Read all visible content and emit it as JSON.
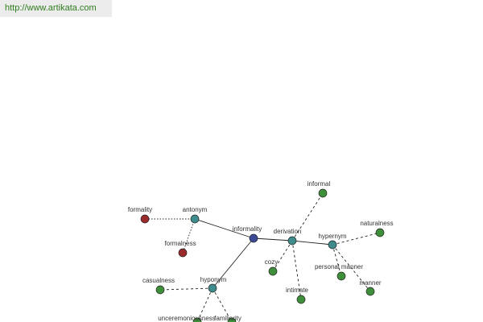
{
  "banner": {
    "url": "http://www.artikata.com"
  },
  "colors": {
    "center": "#3c4a99",
    "relation": "#3f8c8c",
    "synonym": "#3f8f3a",
    "antonym_term": "#9b2b2b"
  },
  "graph": {
    "nodes": [
      {
        "id": "informality",
        "label": "informality",
        "kind": "center"
      },
      {
        "id": "antonym",
        "label": "antonym",
        "kind": "relation"
      },
      {
        "id": "derivation",
        "label": "derivation",
        "kind": "relation"
      },
      {
        "id": "hypernym",
        "label": "hypernym",
        "kind": "relation"
      },
      {
        "id": "hyponym",
        "label": "hyponym",
        "kind": "relation"
      },
      {
        "id": "formality",
        "label": "formality",
        "kind": "antonym_term"
      },
      {
        "id": "formalness",
        "label": "formalness",
        "kind": "antonym_term"
      },
      {
        "id": "informal",
        "label": "informal",
        "kind": "synonym"
      },
      {
        "id": "cozy",
        "label": "cozy",
        "kind": "synonym"
      },
      {
        "id": "intimate",
        "label": "intimate",
        "kind": "synonym"
      },
      {
        "id": "naturalness",
        "label": "naturalness",
        "kind": "synonym"
      },
      {
        "id": "personal_manner",
        "label": "personal manner",
        "kind": "synonym"
      },
      {
        "id": "manner",
        "label": "manner",
        "kind": "synonym"
      },
      {
        "id": "casualness",
        "label": "casualness",
        "kind": "synonym"
      },
      {
        "id": "unceremoniousness",
        "label": "unceremoniousness",
        "kind": "synonym"
      },
      {
        "id": "familiarity",
        "label": "familiarity",
        "kind": "synonym"
      }
    ],
    "edges": [
      {
        "from": "informality",
        "to": "antonym",
        "style": "solid"
      },
      {
        "from": "informality",
        "to": "derivation",
        "style": "solid"
      },
      {
        "from": "derivation",
        "to": "hypernym",
        "style": "solid"
      },
      {
        "from": "informality",
        "to": "hyponym",
        "style": "solid"
      },
      {
        "from": "antonym",
        "to": "formality",
        "style": "dotted"
      },
      {
        "from": "antonym",
        "to": "formalness",
        "style": "dotted"
      },
      {
        "from": "derivation",
        "to": "informal",
        "style": "dashed"
      },
      {
        "from": "derivation",
        "to": "cozy",
        "style": "dashed"
      },
      {
        "from": "derivation",
        "to": "intimate",
        "style": "dashed"
      },
      {
        "from": "hypernym",
        "to": "naturalness",
        "style": "dashed"
      },
      {
        "from": "hypernym",
        "to": "personal_manner",
        "style": "dashed"
      },
      {
        "from": "hypernym",
        "to": "manner",
        "style": "dashed"
      },
      {
        "from": "hyponym",
        "to": "casualness",
        "style": "dashed"
      },
      {
        "from": "hyponym",
        "to": "unceremoniousness",
        "style": "dashed"
      },
      {
        "from": "hyponym",
        "to": "familiarity",
        "style": "dashed"
      }
    ]
  }
}
